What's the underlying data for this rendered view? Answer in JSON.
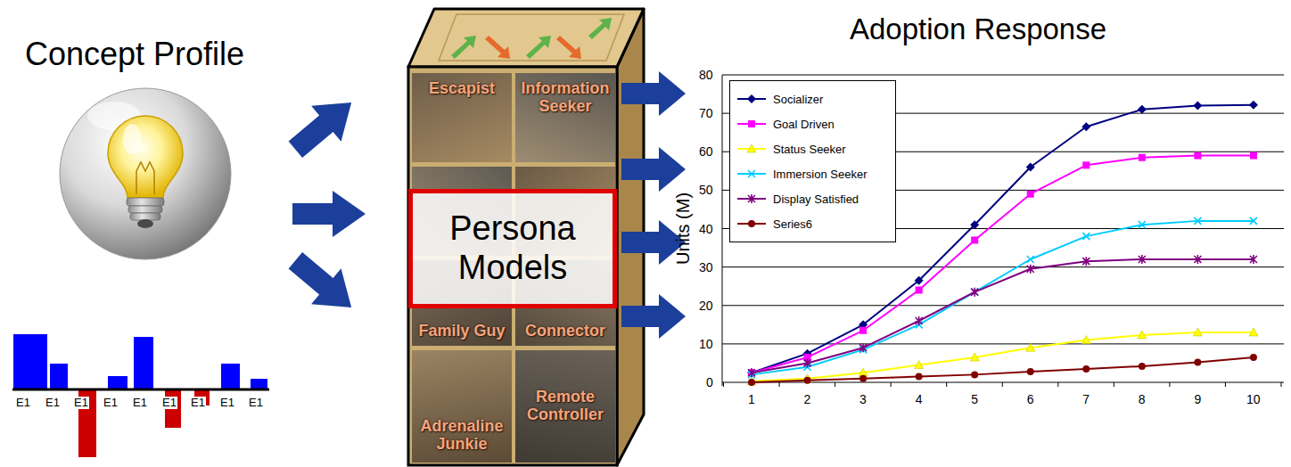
{
  "diagram": {
    "nodes": [
      {
        "text": [
          "Escapist"
        ]
      },
      {
        "text": [
          "Information Seeker"
        ]
      },
      {
        "text": [
          "Persona Models"
        ]
      },
      {
        "text": [
          "Family Guy"
        ]
      },
      {
        "text": [
          "Connector"
        ]
      },
      {
        "text": [
          "Adrenaline Junkie"
        ]
      },
      {
        "text": [
          "Remote Controller"
        ]
      }
    ],
    "labels": [
      "Concept Profile",
      "E1",
      "E1",
      "E1",
      "E1",
      "E1",
      "E1",
      "E1",
      "E1",
      "E1",
      "Adoption Response",
      "80",
      "70",
      "60",
      "50",
      "40",
      "30",
      "20",
      "10",
      "0",
      "1",
      "2",
      "3",
      "4",
      "5",
      "6",
      "7",
      "8",
      "9",
      "10",
      "Units (M)"
    ],
    "legend": [
      {
        "text": "Socializer"
      },
      {
        "text": "Goal Driven"
      },
      {
        "text": "Status Seeker"
      },
      {
        "text": "Immersion Seeker"
      },
      {
        "text": "Display Satisfied"
      },
      {
        "text": "Series6"
      }
    ]
  }
}
